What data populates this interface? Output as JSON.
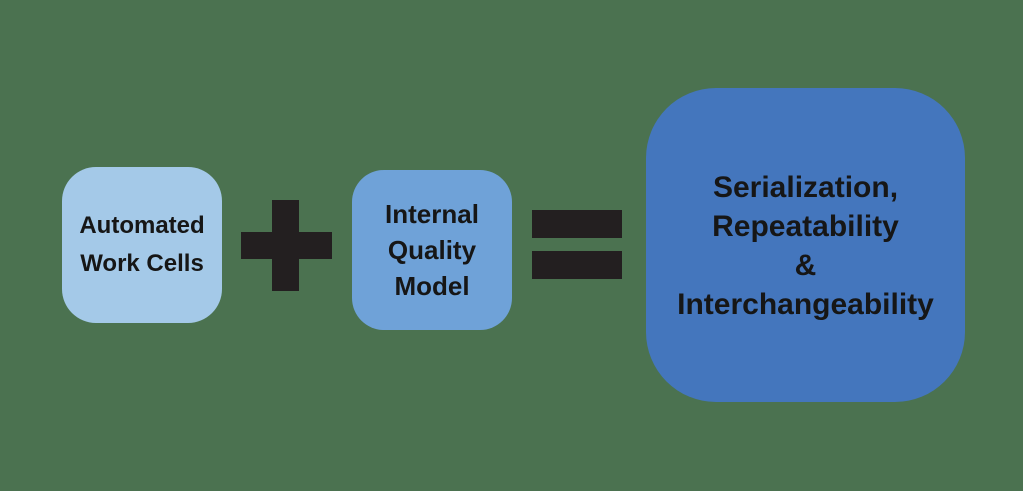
{
  "diagram": {
    "background_color": "#4B7250",
    "equation": "Automated Work Cells + Internal Quality Model = Serialization, Repeatability & Interchangeability",
    "nodes": [
      {
        "id": "automated-work-cells",
        "color": "#A4C9E8",
        "text_color": "#161616",
        "lines": [
          "Automated",
          "Work Cells"
        ]
      },
      {
        "id": "internal-quality-model",
        "color": "#6FA2D8",
        "text_color": "#161616",
        "lines": [
          "Internal",
          "Quality",
          "Model"
        ]
      },
      {
        "id": "result",
        "color": "#4476BD",
        "text_color": "#161616",
        "lines": [
          "Serialization,",
          "Repeatability",
          "&",
          "Interchangeability"
        ]
      }
    ],
    "operators": [
      {
        "id": "plus",
        "symbol": "+",
        "color": "#231F20"
      },
      {
        "id": "equals",
        "symbol": "=",
        "color": "#231F20"
      }
    ]
  }
}
